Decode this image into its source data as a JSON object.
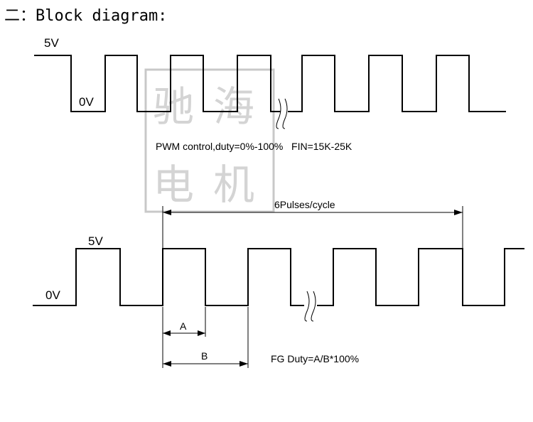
{
  "heading": "二：Block diagram:",
  "watermark": {
    "chars": [
      "驰",
      "海",
      "电",
      "机"
    ]
  },
  "pwm": {
    "high_label": "5V",
    "low_label": "0V",
    "caption": "PWM control,duty=0%-100%   FIN=15K-25K"
  },
  "fg": {
    "high_label": "5V",
    "low_label": "0V",
    "pulses_label": "6Pulses/cycle",
    "dim_a": "A",
    "dim_b": "B",
    "duty_formula": "FG Duty=A/B*100%"
  },
  "colors": {
    "line": "#000000",
    "watermark": "#c8c8c8"
  }
}
